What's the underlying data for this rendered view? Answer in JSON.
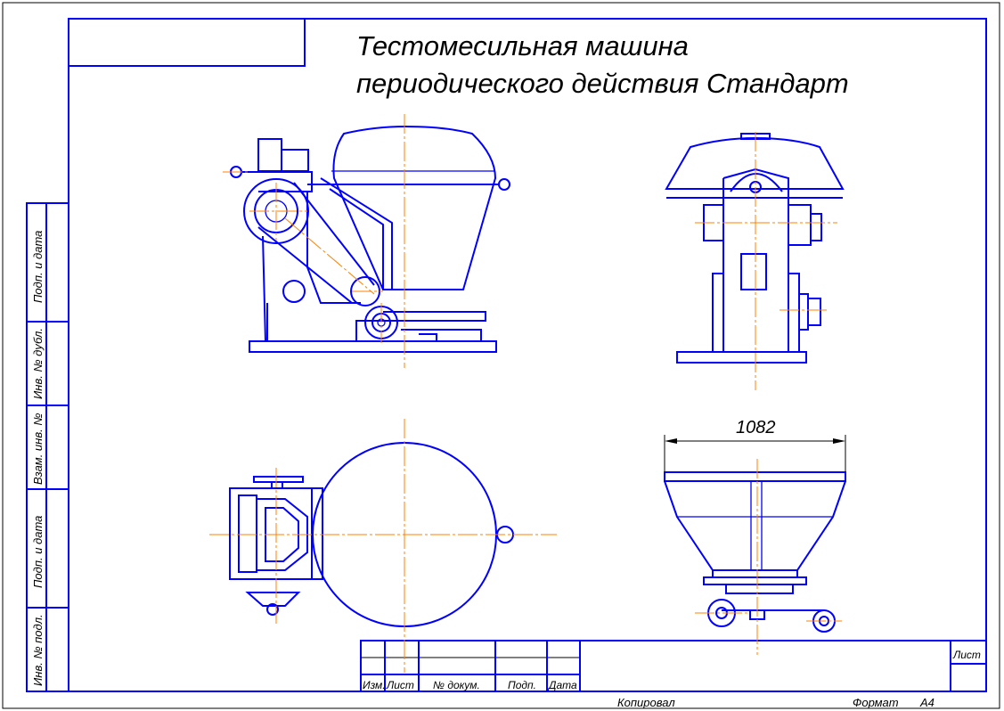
{
  "title": {
    "line1": "Тестомесильная машина",
    "line2": "периодического действия Стандарт"
  },
  "dimension": {
    "width_label": "1082"
  },
  "side_strip": {
    "labels": [
      "Подп. и дата",
      "Инв. № дубл.",
      "Взам. инв. №",
      "Подп. и дата",
      "Инв. № подл."
    ]
  },
  "title_block": {
    "headers": [
      "Изм.",
      "Лист",
      "№ докум.",
      "Подп.",
      "Дата"
    ],
    "sheet_label": "Лист",
    "copied_label": "Копировал",
    "format_label": "Формат",
    "format_value": "А4"
  },
  "colors": {
    "line": "#0000ff",
    "centerline": "#ff8000",
    "text": "#000000"
  }
}
